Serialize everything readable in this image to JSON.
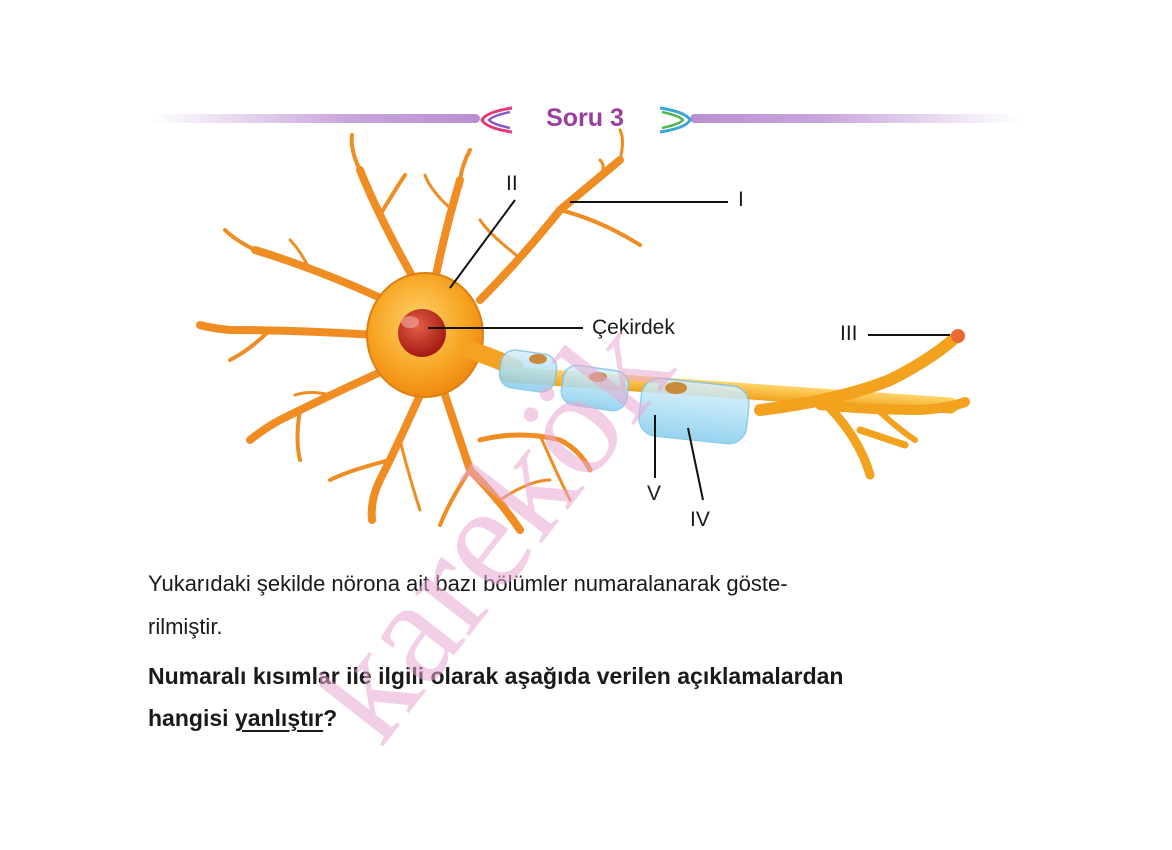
{
  "header": {
    "title": "Soru 3",
    "accent_color": "#9a3fa0",
    "bar_color": "#c9a5dc"
  },
  "diagram": {
    "labels": {
      "I": "I",
      "II": "II",
      "III": "III",
      "IV": "IV",
      "V": "V",
      "nucleus": "Çekirdek"
    }
  },
  "question": {
    "intro_line1": "Yukarıdaki şekilde nörona ait bazı bölümler numaralanarak göste-",
    "intro_line2": "rilmiştir.",
    "bold_line1": "Numaralı kısımlar ile ilgili olarak aşağıda verilen açıklamalardan",
    "bold_line2_a": "hangisi ",
    "bold_line2_u": "yanlıştır",
    "bold_line2_b": "?"
  },
  "watermark": {
    "text": "karekök",
    "color": "#e9a9d3"
  }
}
